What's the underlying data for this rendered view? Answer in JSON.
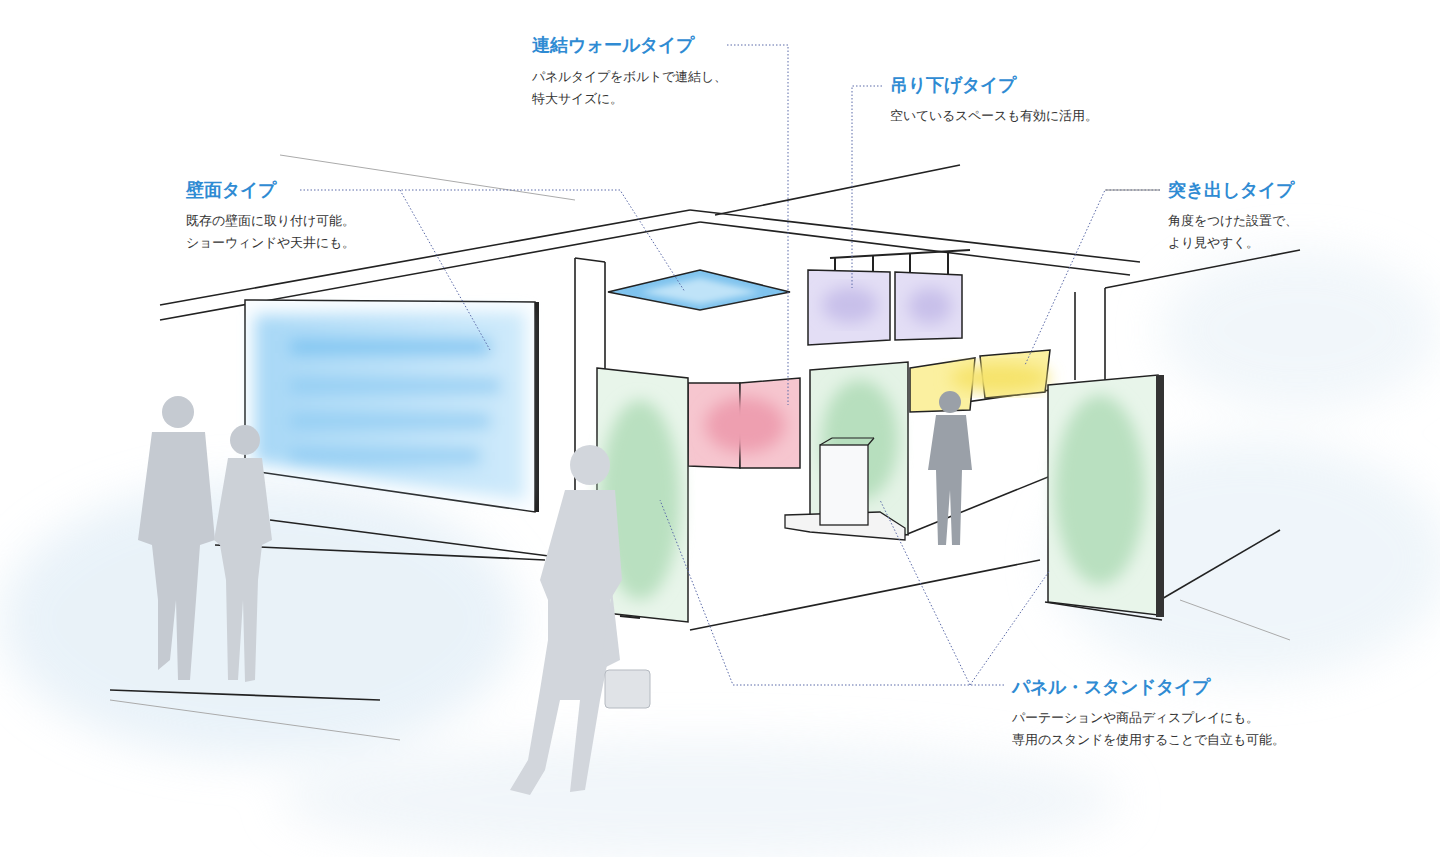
{
  "diagram": {
    "labels": [
      "連結ウォールタイプ",
      "パネルタイプをボルトで連結し、 特大サイズに。",
      "吊り下げタイプ",
      "空いているスペースも有効に活用。",
      "壁面タイプ",
      "既存の壁面に取り付け可能。 ショーウィンドや天井にも。",
      "突き出しタイプ",
      "角度をつけた設置で、 より見やすく。",
      "パネル・スタンドタイプ",
      "パーテーションや商品ディスプレイにも。 専用のスタンドを使用することで自立も可能。"
    ]
  }
}
